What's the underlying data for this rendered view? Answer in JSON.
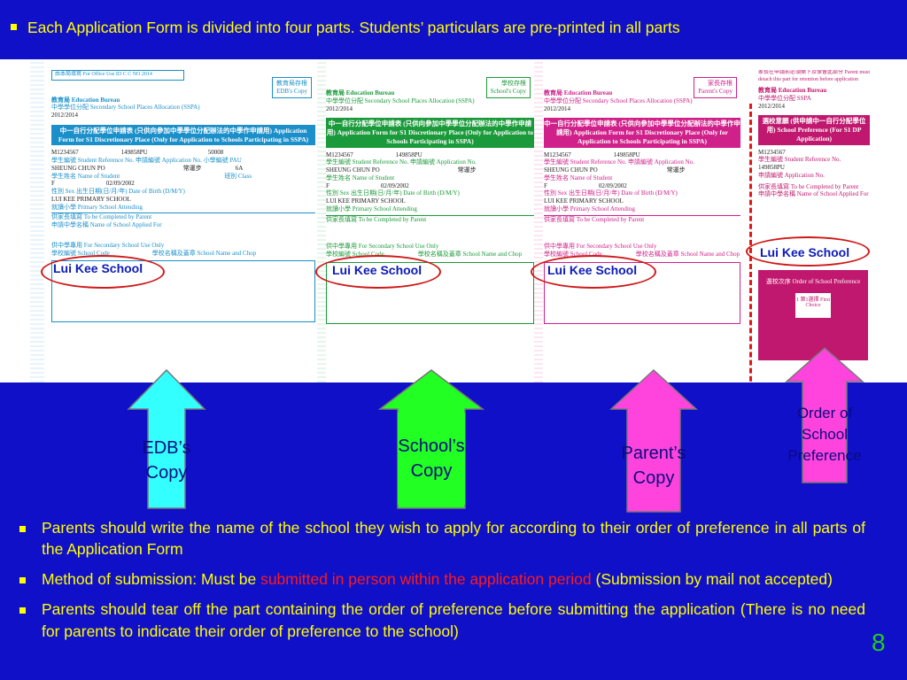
{
  "top_bullet": "Each Application Form is divided into four parts.  Students’ particulars are pre-printed in all parts",
  "form": {
    "edb_part": {
      "copy_label_cn": "教育局存根",
      "copy_label_en": "EDB's Copy",
      "office_use": "由本局填寫 For Office Use  ID     C     C  NO   2014",
      "bureau": "教育局 Education Bureau",
      "allocation": "中學學位分配 Secondary School Places Allocation (SSPA)",
      "year": "2012/2014",
      "banner": "中一自行分配學位申請表 (只供向參加中學學位分配辦法的中學作申請用) Application Form for S1 Discretionary Place (Only for Application to Schools Participating in SSPA)",
      "ref_no": "M1234567",
      "app_no": "149858PU",
      "pau": "50008",
      "ref_label": "學生編號 Student Reference No.   申請編號 Application No.   小學編號 PAU",
      "name": "SHEUNG CHUN PO",
      "name_cn": "常運步",
      "class": "6A",
      "name_label": "學生姓名 Name of Student",
      "class_label": "班別 Class",
      "sex": "F",
      "dob": "02/09/2002",
      "sex_label": "性別 Sex        出生日期(日/月/年) Date of Birth (D/M/Y)",
      "primary": "LUI KEE PRIMARY SCHOOL",
      "primary_label": "就讀小學 Primary School Attending",
      "parent_label": "供家長填寫 To be Completed by Parent",
      "applied_label": "申請中學名稱 Name of School Applied For",
      "sec_use": "供中學專用  For Secondary School Use Only",
      "school_code": "學校編號 School Code",
      "school_chop": "學校名稱及蓋章 School Name and Chop"
    },
    "school_part": {
      "copy_label_cn": "學校存根",
      "copy_label_en": "School's Copy",
      "bureau": "教育局 Education Bureau",
      "allocation": "中學學位分配 Secondary School Places Allocation (SSPA)",
      "year": "2012/2014",
      "banner": "中一自行分配學位申請表 (只供向參加中學學位分配辦法的中學作申請用) Application Form for S1 Discretionary Place (Only for Application to Schools Participating in SSPA)",
      "ref_no": "M1234567",
      "app_no": "149858PU",
      "ref_label": "學生編號 Student Reference No.   申請編號 Application No.",
      "name": "SHEUNG CHUN PO",
      "name_cn": "常運步",
      "name_label": "學生姓名 Name of Student",
      "sex": "F",
      "dob": "02/09/2002",
      "sex_label": "性別 Sex     出生日期(日/月/年) Date of Birth (D/M/Y)",
      "primary": "LUI KEE PRIMARY SCHOOL",
      "primary_label": "就讀小學 Primary School Attending",
      "parent_label": "供家長填寫 To be Completed by Parent",
      "sec_use": "供中學專用  For Secondary School Use Only",
      "school_code": "學校編號 School Code",
      "school_chop": "學校名稱及蓋章 School Name and Chop"
    },
    "parent_part": {
      "copy_label_cn": "家長存根",
      "copy_label_en": "Parent's Copy",
      "bureau": "教育局 Education Bureau",
      "allocation": "中學學位分配 Secondary School Places Allocation (SSPA)",
      "year": "2012/2014",
      "banner": "中一自行分配學位申請表 (只供向參加中學學位分配辦法的中學作申請用) Application Form for S1 Discretionary Place (Only for Application to Schools Participating in SSPA)",
      "ref_no": "M1234567",
      "app_no": "149858PU",
      "ref_label": "學生編號 Student Reference No.   申請編號 Application No.",
      "name": "SHEUNG CHUN PO",
      "name_cn": "常運步",
      "name_label": "學生姓名 Name of Student",
      "sex": "F",
      "dob": "02/09/2002",
      "sex_label": "性別 Sex     出生日期(日/月/年) Date of Birth (D/M/Y)",
      "primary": "LUI KEE PRIMARY SCHOOL",
      "primary_label": "就讀小學 Primary School Attending",
      "parent_label": "供家長填寫 To be Completed by Parent",
      "sec_use": "供中學專用  For Secondary School Use Only",
      "school_code": "學校編號 School Code",
      "school_chop": "學校名稱及蓋章 School Name and Chop"
    },
    "pref_part": {
      "note": "家長在申請前必須撕下及保留此部分 Parent must detach this part for retention before application",
      "bureau": "教育局 Education Bureau",
      "allocation": "中學學位分配 SSPA",
      "year": "2012/2014",
      "banner": "選校意願 (供申請中一自行分配學位用) School Preference (For S1 DP Application)",
      "ref_no": "M1234567",
      "app_no": "149858PU",
      "ref_label": "學生編號 Student Reference No.",
      "app_label": "申請編號 Application No.",
      "parent_label": "供家長填寫 To be Completed by Parent",
      "applied_label": "申請中學名稱 Name of School Applied For",
      "order_label": "選校次序 Order of School Preference",
      "first_choice": "1 第1選擇 First Choice"
    }
  },
  "school_name_written": "Lui Kee School",
  "copy_labels": {
    "edb": [
      "EDB’s",
      "Copy"
    ],
    "school": [
      "School’s",
      "Copy"
    ],
    "parent": [
      "Parent’s",
      "Copy"
    ],
    "order": [
      "Order of",
      "School",
      "Preference"
    ]
  },
  "bottom_bullets": {
    "b1": "Parents should write the name of the school they wish to apply for according to their order of preference in all parts of the Application Form",
    "b2_pre": "Method of submission: Must be ",
    "b2_red": "submitted in person within the application period",
    "b2_post": " (Submission by mail not accepted)",
    "b3": "Parents should tear off the part containing the order of preference before submitting the application  (There is no need for parents to indicate their order of preference to the school)"
  },
  "page_number": "8",
  "colors": {
    "background": "#1010c8",
    "bullet_text": "#ffff00",
    "highlight_red": "#ff1a1a",
    "edb_cyan": "#1a8fc9",
    "school_green": "#1a9a3a",
    "parent_pink": "#d0208a",
    "pref_magenta": "#c0186e",
    "arrow_cyan": "#33ffff",
    "arrow_green": "#22ff22",
    "arrow_pink": "#ff44dd",
    "page_number_green": "#22cc22"
  }
}
